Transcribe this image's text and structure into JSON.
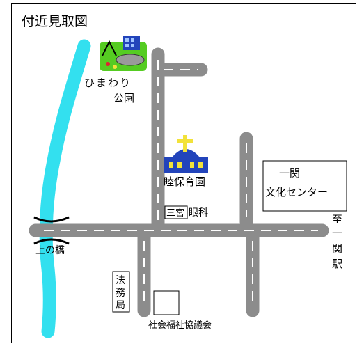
{
  "title": "付近見取図",
  "labels": {
    "park_line1": "ひまわり",
    "park_line2": "公園",
    "nursery": "睦保育園",
    "culture_center_line1": "一関",
    "culture_center_line2": "文化センター",
    "clinic_sign": "三宮",
    "clinic_suffix": "眼科",
    "bridge": "上の橋",
    "legal_bureau": [
      "法",
      "務",
      "局"
    ],
    "station": [
      "至",
      "一",
      "関",
      "駅"
    ],
    "welfare_council": "社会福祉協議会"
  },
  "colors": {
    "road": "#8c8c8c",
    "road_marking": "#ffffff",
    "river": "#33e0ef",
    "park_green": "#55cc22",
    "nursery_blue": "#2244bb",
    "nursery_yellow": "#f2e23a"
  },
  "icons": [
    "park-icon",
    "nursery-icon",
    "bridge-icon"
  ]
}
